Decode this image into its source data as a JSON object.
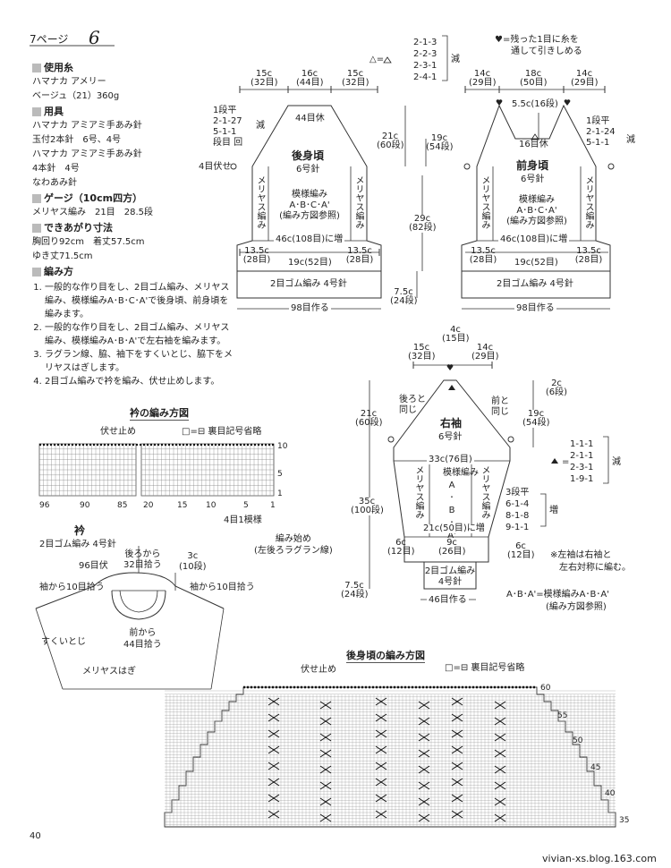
{
  "page": {
    "title": "7ページ",
    "handwritten_number": "6",
    "page_number": "40",
    "watermark": "vivian-xs.blog.163.com"
  },
  "materials": {
    "yarn_heading": "使用糸",
    "yarn_lines": [
      "ハマナカ アメリー",
      "ベージュ（21）360g"
    ],
    "tools_heading": "用具",
    "tools_lines": [
      "ハマナカ アミアミ手あみ針",
      "玉付2本針　6号、4号",
      "ハマナカ アミアミ手あみ針",
      "4本針　4号",
      "なわあみ針"
    ],
    "gauge_heading": "ゲージ（10cm四方）",
    "gauge_lines": [
      "メリヤス編み　21目　28.5段"
    ],
    "size_heading": "できあがり寸法",
    "size_lines": [
      "胸回り92cm　着丈57.5cm",
      "ゆき丈71.5cm"
    ],
    "method_heading": "編み方",
    "method_steps": [
      "一般的な作り目をし、2目ゴム編み、メリヤス編み、模様編みA･B･C･A'で後身頃、前身頃を編みます。",
      "一般的な作り目をし、2目ゴム編み、メリヤス編み、模様編みA･B･A'で左右袖を編みます。",
      "ラグラン線、脇、袖下をすくいとじ、脇下をメリヤスはぎします。",
      "2目ゴム編みで衿を編み、伏せ止めします。"
    ]
  },
  "back_body": {
    "title": "後身頃",
    "needle": "6号針",
    "pattern": [
      "模様編み",
      "A･B･C･A'",
      "(編み方図参照)"
    ],
    "side_pattern": "メリヤス編み",
    "top_dims": [
      {
        "cm": "15c",
        "st": "(32目)"
      },
      {
        "cm": "16c",
        "st": "(44目)"
      },
      {
        "cm": "15c",
        "st": "(32目)"
      }
    ],
    "neck_sts": "44目休",
    "left_notes": [
      "1段平",
      "2-1-27",
      "5-1-1",
      "段目 回"
    ],
    "dec": "減",
    "bind": "4目伏せ",
    "mid": "46c(108目)に増",
    "bottom_dims": [
      {
        "cm": "13.5c",
        "st": "(28目)"
      },
      {
        "cm": "19c",
        "st": "(52目)"
      },
      {
        "cm": "13.5c",
        "st": "(28目)"
      }
    ],
    "ribbing": "2目ゴム編み 4号針",
    "cast_on": "98目作る"
  },
  "front_body": {
    "title": "前身頃",
    "needle": "6号針",
    "pattern": [
      "模様編み",
      "A･B･C･A'",
      "(編み方図参照)"
    ],
    "side_pattern": "メリヤス編み",
    "top_dims": [
      {
        "cm": "14c",
        "st": "(29目)"
      },
      {
        "cm": "18c",
        "st": "(50目)"
      },
      {
        "cm": "14c",
        "st": "(29目)"
      }
    ],
    "neck_note": "5.5c(16段)",
    "center_sts": "16目休",
    "right_notes": [
      "1段平",
      "2-1-24",
      "5-1-1"
    ],
    "dec": "減",
    "mid": "46c(108目)に増",
    "bottom_dims": [
      {
        "cm": "13.5c",
        "st": "(28目)"
      },
      {
        "cm": "19c",
        "st": "(52目)"
      },
      {
        "cm": "13.5c",
        "st": "(28目)"
      }
    ],
    "ribbing": "2目ゴム編み 4号針",
    "cast_on": "98目作る"
  },
  "triangle_note": {
    "lines": [
      "2-1-3",
      "2-2-3",
      "2-3-1",
      "2-4-1"
    ],
    "dec": "減"
  },
  "heart_note": [
    "♥=残った1目に糸を",
    "通して引きしめる"
  ],
  "vertical_dims": {
    "body_yoke_left": [
      "21c",
      "(60段)"
    ],
    "body_yoke_right": [
      "19c",
      "(54段)"
    ],
    "body_length": [
      "29c",
      "(82段)"
    ],
    "ribbing": [
      "7.5c",
      "(24段)"
    ]
  },
  "sleeve": {
    "title": "右袖",
    "needle": "6号針",
    "side_pattern": "メリヤス編み",
    "center_pattern": [
      "模様編み",
      "A",
      "･",
      "B",
      "･",
      "A'"
    ],
    "top_dims": [
      {
        "cm": "4c",
        "st": "(15目)"
      },
      {
        "cm": "15c",
        "st": "(32目)"
      },
      {
        "cm": "14c",
        "st": "(29目)"
      }
    ],
    "back_same": [
      "後ろと",
      "同じ"
    ],
    "front_same": [
      "前と",
      "同じ"
    ],
    "left_dims": [
      [
        "21c",
        "(60段)"
      ],
      [
        "35c",
        "(100段)"
      ],
      [
        "7.5c",
        "(24段)"
      ]
    ],
    "right_dims": [
      [
        "2c",
        "(6段)"
      ],
      [
        "19c",
        "(54段)"
      ]
    ],
    "tri_lines": [
      "1-1-1",
      "2-1-1",
      "2-3-1",
      "1-9-1"
    ],
    "dec": "減",
    "inc_head": "3段平",
    "inc_lines": [
      "6-1-4",
      "8-1-8",
      "9-1-1"
    ],
    "inc": "増",
    "upper_width": "33c(76目)",
    "lower_width": "21c(50目)に増",
    "bottom_dims": [
      {
        "cm": "6c",
        "st": "(12目)"
      },
      {
        "cm": "9c",
        "st": "(26目)"
      },
      {
        "cm": "6c",
        "st": "(12目)"
      }
    ],
    "ribbing": [
      "2目ゴム編み",
      "4号針"
    ],
    "cast_on": "46目作る",
    "note": [
      "※左袖は右袖と",
      "左右対称に編む。"
    ],
    "pattern_note": [
      "A･B･A'=模様編みA･B･A'",
      "(編み方図参照)"
    ]
  },
  "collar_chart": {
    "title": "衿の編み方図",
    "bind_off": "伏せ止め",
    "legend": "□=⊟ 裏目記号省略",
    "row_labels": [
      "10",
      "5",
      "1"
    ],
    "col_labels": [
      "96",
      "90",
      "85",
      "20",
      "15",
      "10",
      "5",
      "1"
    ],
    "repeat": "4目1模様",
    "start": [
      "編み始め",
      "(左後ろラグラン線)"
    ]
  },
  "collar": {
    "title": "衿",
    "subtitle": "2目ゴム編み 4号針",
    "sts96": "96目伏",
    "back_pick": [
      "後ろから",
      "32目拾う"
    ],
    "width": [
      "3c",
      "(10段)"
    ],
    "sleeve_left": "袖から10目拾う",
    "sleeve_right": "袖から10目拾う",
    "front_pick": [
      "前から",
      "44目拾う"
    ],
    "seam": "すくいとじ",
    "graft": "メリヤスはぎ"
  },
  "back_chart": {
    "title": "後身頃の編み方図",
    "bind_off": "伏せ止め",
    "legend": "□=⊟ 裏目記号省略",
    "row_labels": [
      "60",
      "55",
      "50",
      "45",
      "40",
      "35"
    ]
  }
}
